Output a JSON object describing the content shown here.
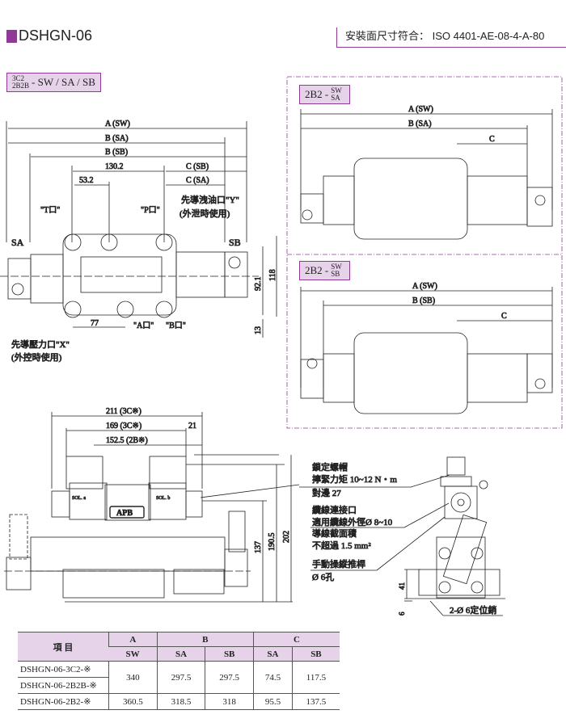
{
  "header": {
    "title": "DSHGN-06",
    "iso_label": "安裝面尺寸符合： ISO 4401-AE-08-4-A-80",
    "accent": "#8e3a96",
    "tag_bg": "#e6d3ea"
  },
  "top_view": {
    "tag_top": "3C2",
    "tag_bottom": "2B2B",
    "tag_suffix": "- SW / SA / SB",
    "dims": {
      "a_sw": "A (SW)",
      "b_sa": "B (SA)",
      "b_sb": "B (SB)",
      "d1302": "130.2",
      "c_sb": "C (SB)",
      "c_sa": "C (SA)",
      "d532": "53.2",
      "d77": "77",
      "d921": "92.1",
      "d118": "118",
      "d13": "13"
    },
    "labels": {
      "t_port": "\"T口\"",
      "p_port": "\"P口\"",
      "y_port": "先導洩油口\"Y\"",
      "y_note": "(外泄時使用)",
      "sa": "SA",
      "sb": "SB",
      "a_port": "\"A口\"",
      "b_port": "\"B口\"",
      "x_port": "先導壓力口\"X\"",
      "x_note": "(外控時使用)"
    }
  },
  "right_views": [
    {
      "tag": "2B2 -",
      "sub_top": "SW",
      "sub_bottom": "SA",
      "a": "A (SW)",
      "b": "B (SA)",
      "c": "C"
    },
    {
      "tag": "2B2 -",
      "sub_top": "SW",
      "sub_bottom": "SB",
      "a": "A (SW)",
      "b": "B (SB)",
      "c": "C"
    }
  ],
  "front_view": {
    "d211": "211 (3C※)",
    "d169": "169 (3C※)",
    "d21": "21",
    "d1525": "152.5 (2B※)",
    "d137": "137",
    "d1905": "190.5",
    "d202": "202",
    "sol_a": "SOL. a",
    "sol_b": "SOL. b",
    "logo": "APB"
  },
  "side_view": {
    "note1": [
      "鎖定螺帽",
      "擰緊力矩 10~12 N・m",
      "對邊 27"
    ],
    "note2": [
      "纜線連接口",
      "適用纜線外徑Ø 8~10"
    ],
    "note3": [
      "導線截面積",
      "不超過 1.5 mm²"
    ],
    "note4": [
      "手動操縱推桿",
      "Ø 6孔"
    ],
    "d41": "41",
    "d6": "6",
    "pins": "2-Ø 6定位銷"
  },
  "table": {
    "item_header": "項 目",
    "groups": [
      "A",
      "B",
      "C"
    ],
    "subheaders": [
      "SW",
      "SA",
      "SB",
      "SA",
      "SB"
    ],
    "rows": [
      {
        "models": [
          "DSHGN-06-3C2-※",
          "DSHGN-06-2B2B-※"
        ],
        "values": [
          "340",
          "297.5",
          "297.5",
          "74.5",
          "117.5"
        ]
      },
      {
        "models": [
          "DSHGN-06-2B2-※"
        ],
        "values": [
          "360.5",
          "318.5",
          "318",
          "95.5",
          "137.5"
        ]
      }
    ]
  }
}
